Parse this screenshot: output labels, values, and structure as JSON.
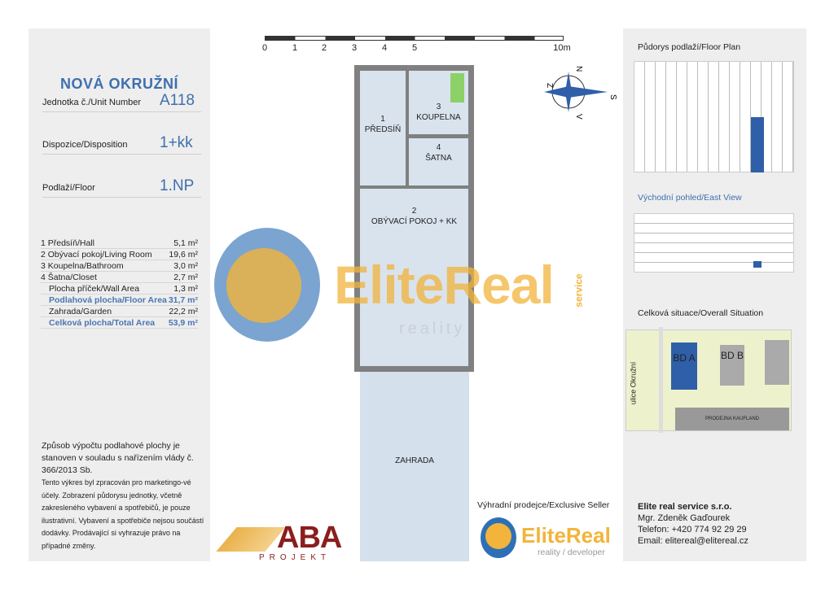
{
  "project": {
    "title": "NOVÁ OKRUŽNÍ"
  },
  "unit": {
    "number_label": "Jednotka č./Unit Number",
    "number": "A118",
    "disposition_label": "Dispozice/Disposition",
    "disposition": "1+kk",
    "floor_label": "Podlaží/Floor",
    "floor": "1.NP"
  },
  "areas": [
    {
      "label": "1 Předsíň/Hall",
      "value": "5,1 m²"
    },
    {
      "label": "2 Obývací pokoj/Living Room",
      "value": "19,6 m²"
    },
    {
      "label": "3 Koupelna/Bathroom",
      "value": "3,0 m²"
    },
    {
      "label": "4 Šatna/Closet",
      "value": "2,7 m²"
    },
    {
      "label": "Plocha příček/Wall Area",
      "value": "1,3 m²"
    },
    {
      "label": "Podlahová plocha/Floor Area",
      "value": "31,7 m²"
    },
    {
      "label": "Zahrada/Garden",
      "value": "22,2 m²"
    },
    {
      "label": "Celková plocha/Total Area",
      "value": "53,9 m²"
    }
  ],
  "notes": {
    "calc": "Způsob výpočtu podlahové plochy je stanoven v souladu s nařízením vlády č.  366/2013 Sb.",
    "disclaimer": "Tento výkres byl zpracován pro marketingo-vé účely. Zobrazení půdorysu jednotky, včetně zakresleného vybavení a spotřebičů, je pouze ilustrativní. Vybavení a spotřebiče nejsou součástí dodávky. Prodávající si vyhrazuje právo na případné změny."
  },
  "scale": {
    "labels": [
      "0",
      "1",
      "2",
      "3",
      "4",
      "5",
      "10m"
    ]
  },
  "compass": {
    "n": "N",
    "s": "S",
    "e": "V",
    "w": "Z"
  },
  "rooms": {
    "hall": {
      "num": "1",
      "name": "PŘEDSÍŇ"
    },
    "bath": {
      "num": "3",
      "name": "KOUPELNA"
    },
    "closet": {
      "num": "4",
      "name": "ŠATNA"
    },
    "living": {
      "num": "2",
      "name": "OBÝVACÍ POKOJ + KK"
    },
    "garden": "ZAHRADA"
  },
  "watermark": {
    "brand": "EliteReal",
    "sub": "reality",
    "side": "service"
  },
  "logos": {
    "aba": "ABA",
    "aba_sub": "PROJEKT",
    "seller_label": "Výhradní prodejce/Exclusive Seller",
    "elite": "EliteReal",
    "elite_sub": "reality / developer"
  },
  "right": {
    "floorplan_title": "Půdorys podlaží/Floor Plan",
    "east_title": "Východní pohled/East View",
    "situation_title": "Celková situace/Overall Situation",
    "bda": "BD A",
    "bdb": "BD B",
    "street": "ulice Okružní",
    "kaufland": "PRODEJNA KAUFLAND"
  },
  "contact": {
    "company": "Elite real service s.r.o.",
    "person": "Mgr. Zdeněk Gaďourek",
    "phone": "Telefon: +420 774 92 29 29",
    "email": "Email: elitereal@elitereal.cz"
  },
  "colors": {
    "accent": "#3f6fae",
    "wall": "#808080",
    "floor": "#d9e3ee",
    "highlight": "#2f5fa8"
  }
}
